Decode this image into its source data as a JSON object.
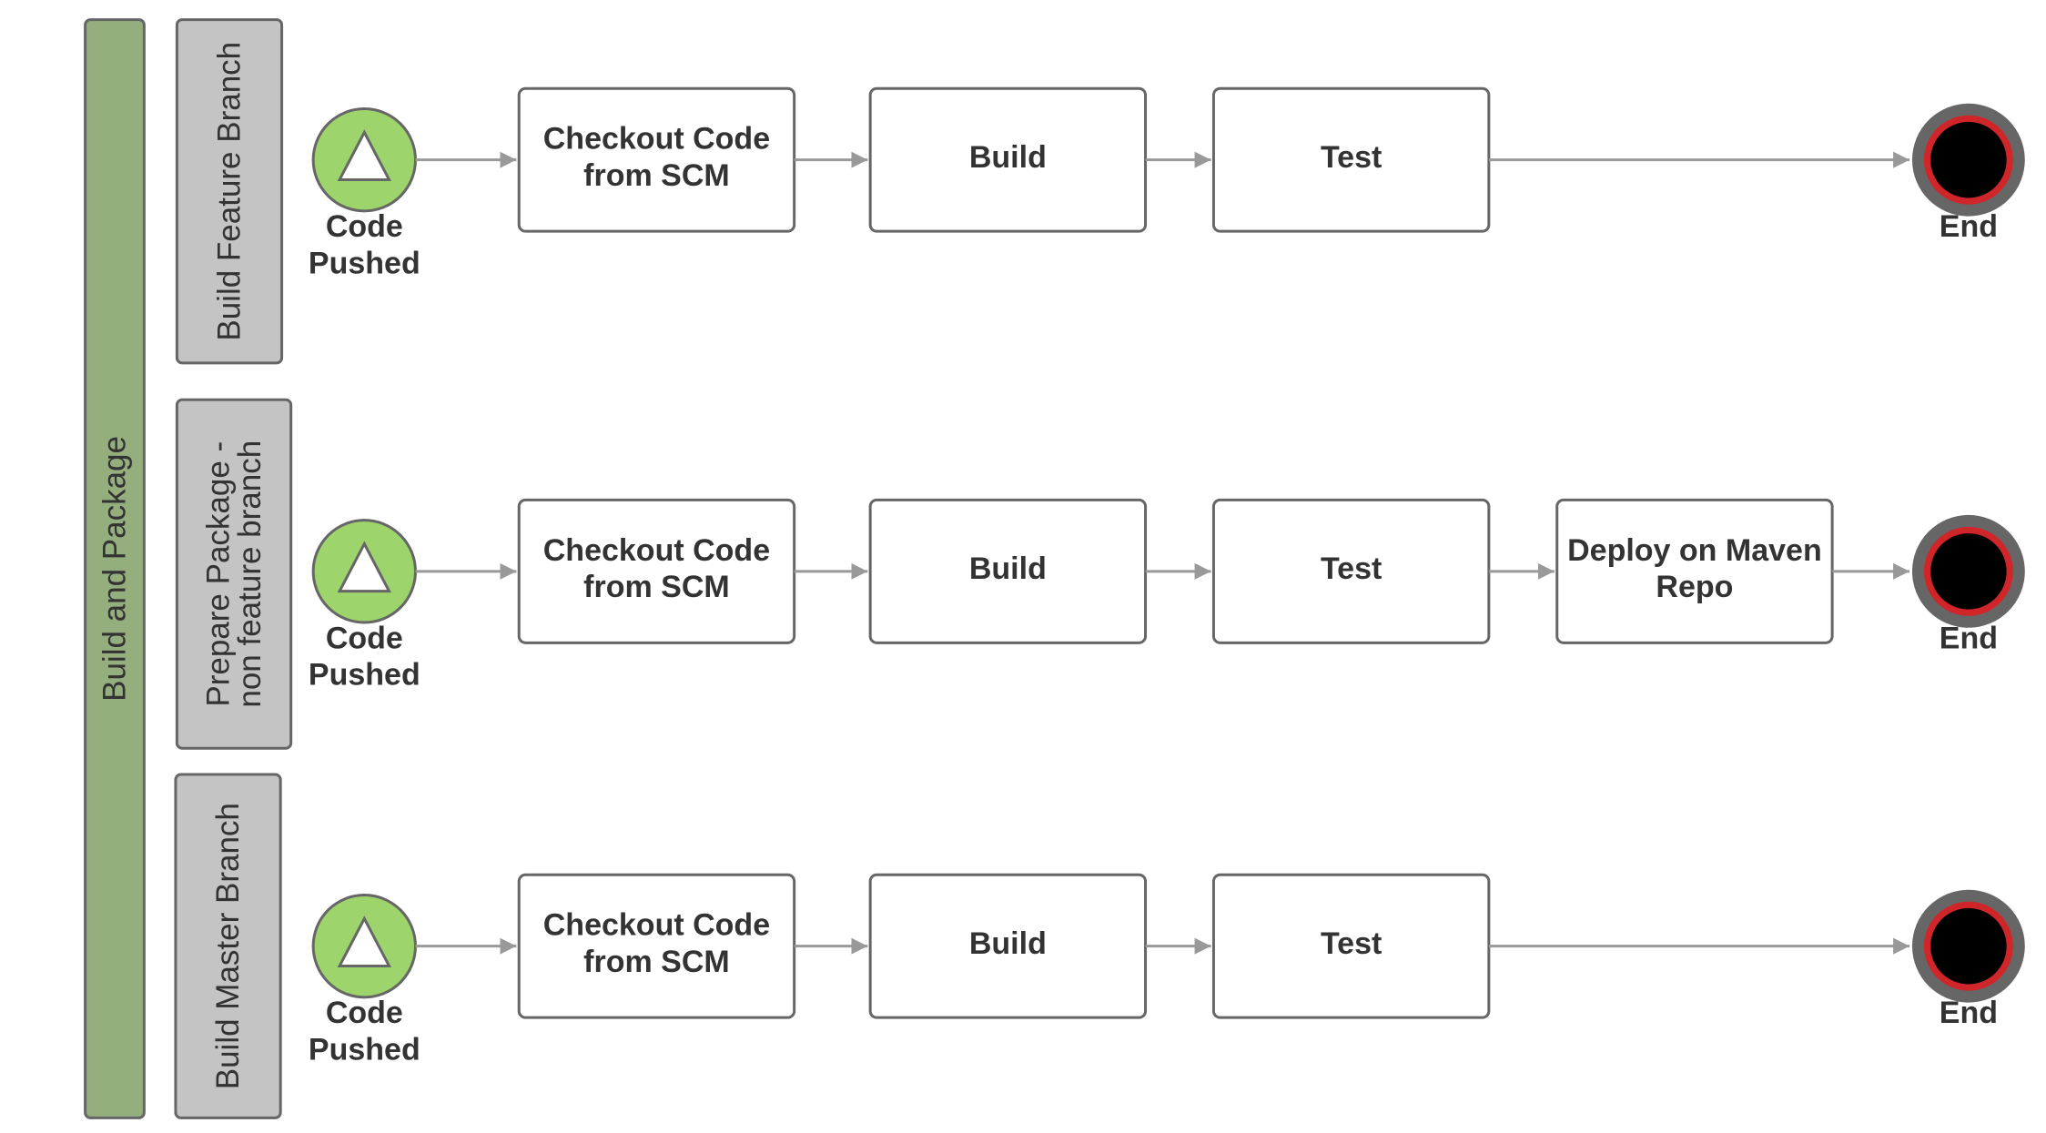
{
  "colors": {
    "pool_fill": "#94ae7d",
    "lane_fill": "#c4c4c4",
    "border": "#666666",
    "start_fill": "#9ed46c",
    "end_outer": "#666666",
    "end_ring": "#d0262a",
    "end_inner": "#000000",
    "arrow": "#999999"
  },
  "pool": {
    "label": "Build and Package"
  },
  "lanes": [
    {
      "label_lines": [
        "Build Feature Branch"
      ],
      "start": {
        "label_lines": [
          "Code",
          "Pushed"
        ],
        "icon": "triangle-icon"
      },
      "tasks": [
        {
          "lines": [
            "Checkout Code",
            "from SCM"
          ]
        },
        {
          "lines": [
            "Build"
          ]
        },
        {
          "lines": [
            "Test"
          ]
        }
      ],
      "end": {
        "label": "End"
      }
    },
    {
      "label_lines": [
        "Prepare Package -",
        "non feature branch"
      ],
      "start": {
        "label_lines": [
          "Code",
          "Pushed"
        ],
        "icon": "triangle-icon"
      },
      "tasks": [
        {
          "lines": [
            "Checkout Code",
            "from SCM"
          ]
        },
        {
          "lines": [
            "Build"
          ]
        },
        {
          "lines": [
            "Test"
          ]
        },
        {
          "lines": [
            "Deploy on Maven",
            "Repo"
          ]
        }
      ],
      "end": {
        "label": "End"
      }
    },
    {
      "label_lines": [
        "Build Master Branch"
      ],
      "start": {
        "label_lines": [
          "Code",
          "Pushed"
        ],
        "icon": "triangle-icon"
      },
      "tasks": [
        {
          "lines": [
            "Checkout Code",
            "from SCM"
          ]
        },
        {
          "lines": [
            "Build"
          ]
        },
        {
          "lines": [
            "Test"
          ]
        }
      ],
      "end": {
        "label": "End"
      }
    }
  ]
}
